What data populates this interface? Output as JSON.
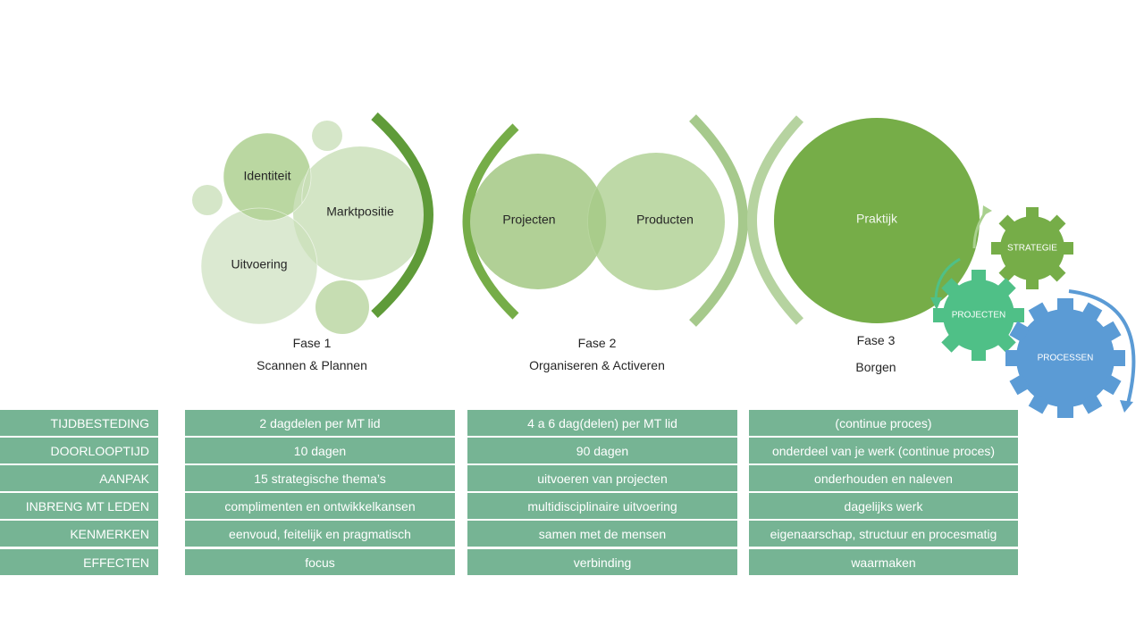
{
  "diagram": {
    "phase1": {
      "circles": [
        "Identiteit",
        "Marktpositie",
        "Uitvoering"
      ],
      "title": "Fase 1",
      "subtitle": "Scannen & Plannen"
    },
    "phase2": {
      "circles": [
        "Projecten",
        "Producten"
      ],
      "title": "Fase 2",
      "subtitle": "Organiseren & Activeren"
    },
    "phase3": {
      "circles": [
        "Praktijk"
      ],
      "title": "Fase 3",
      "subtitle": "Borgen"
    },
    "gears": [
      "STRATEGIE",
      "PROJECTEN",
      "PROCESSEN"
    ]
  },
  "table": {
    "rows": [
      {
        "label": "TIJDBESTEDING",
        "cells": [
          "2 dagdelen per MT lid",
          "4 a 6 dag(delen) per MT lid",
          "(continue proces)"
        ]
      },
      {
        "label": "DOORLOOPTIJD",
        "cells": [
          "10 dagen",
          "90 dagen",
          "onderdeel van je werk (continue proces)"
        ]
      },
      {
        "label": "AANPAK",
        "cells": [
          "15 strategische thema’s",
          "uitvoeren van projecten",
          "onderhouden  en naleven"
        ]
      },
      {
        "label": "INBRENG MT LEDEN",
        "cells": [
          "complimenten en ontwikkelkansen",
          "multidisciplinaire uitvoering",
          "dagelijks werk"
        ]
      },
      {
        "label": "KENMERKEN",
        "cells": [
          "eenvoud, feitelijk en pragmatisch",
          "samen met de mensen",
          "eigenaarschap, structuur en procesmatig"
        ]
      },
      {
        "label": "EFFECTEN",
        "cells": [
          "focus",
          "verbinding",
          "waarmaken"
        ]
      }
    ]
  },
  "colors": {
    "green_dark": "#5f9b39",
    "green_mid": "#76ad48",
    "green_light": "#a8cc8c",
    "green_pale": "#d2e5c4",
    "teal": "#4fc087",
    "blue": "#5b9bd5",
    "table_bg": "#76b494"
  }
}
